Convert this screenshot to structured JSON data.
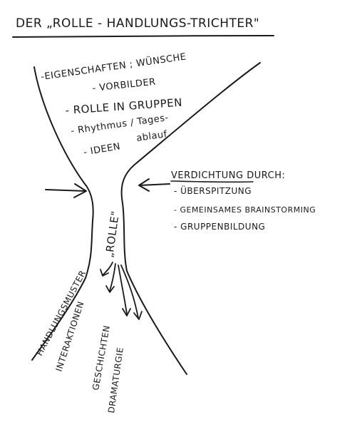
{
  "title": "DER „ROLLE - HANDLUNGS-TRICHTER\"",
  "inputs": [
    "-EIGENSCHAFTEN ; WÜNSCHE",
    "- VORBILDER",
    "- ROLLE IN GRUPPEN",
    "- Rhythmus / Tages-",
    "ablauf",
    "- IDEEN"
  ],
  "center_label": "„ROLLE\"",
  "condensation": {
    "heading": "VERDICHTUNG DURCH:",
    "items": [
      "- ÜBERSPITZUNG",
      "- GEMEINSAMES BRAINSTORMING",
      "- GRUPPENBILDUNG"
    ]
  },
  "outputs": [
    "HANDLUNGSMUSTER",
    "INTERAKTIONEN",
    "GESCHICHTEN",
    "DRAMATURGIE"
  ]
}
